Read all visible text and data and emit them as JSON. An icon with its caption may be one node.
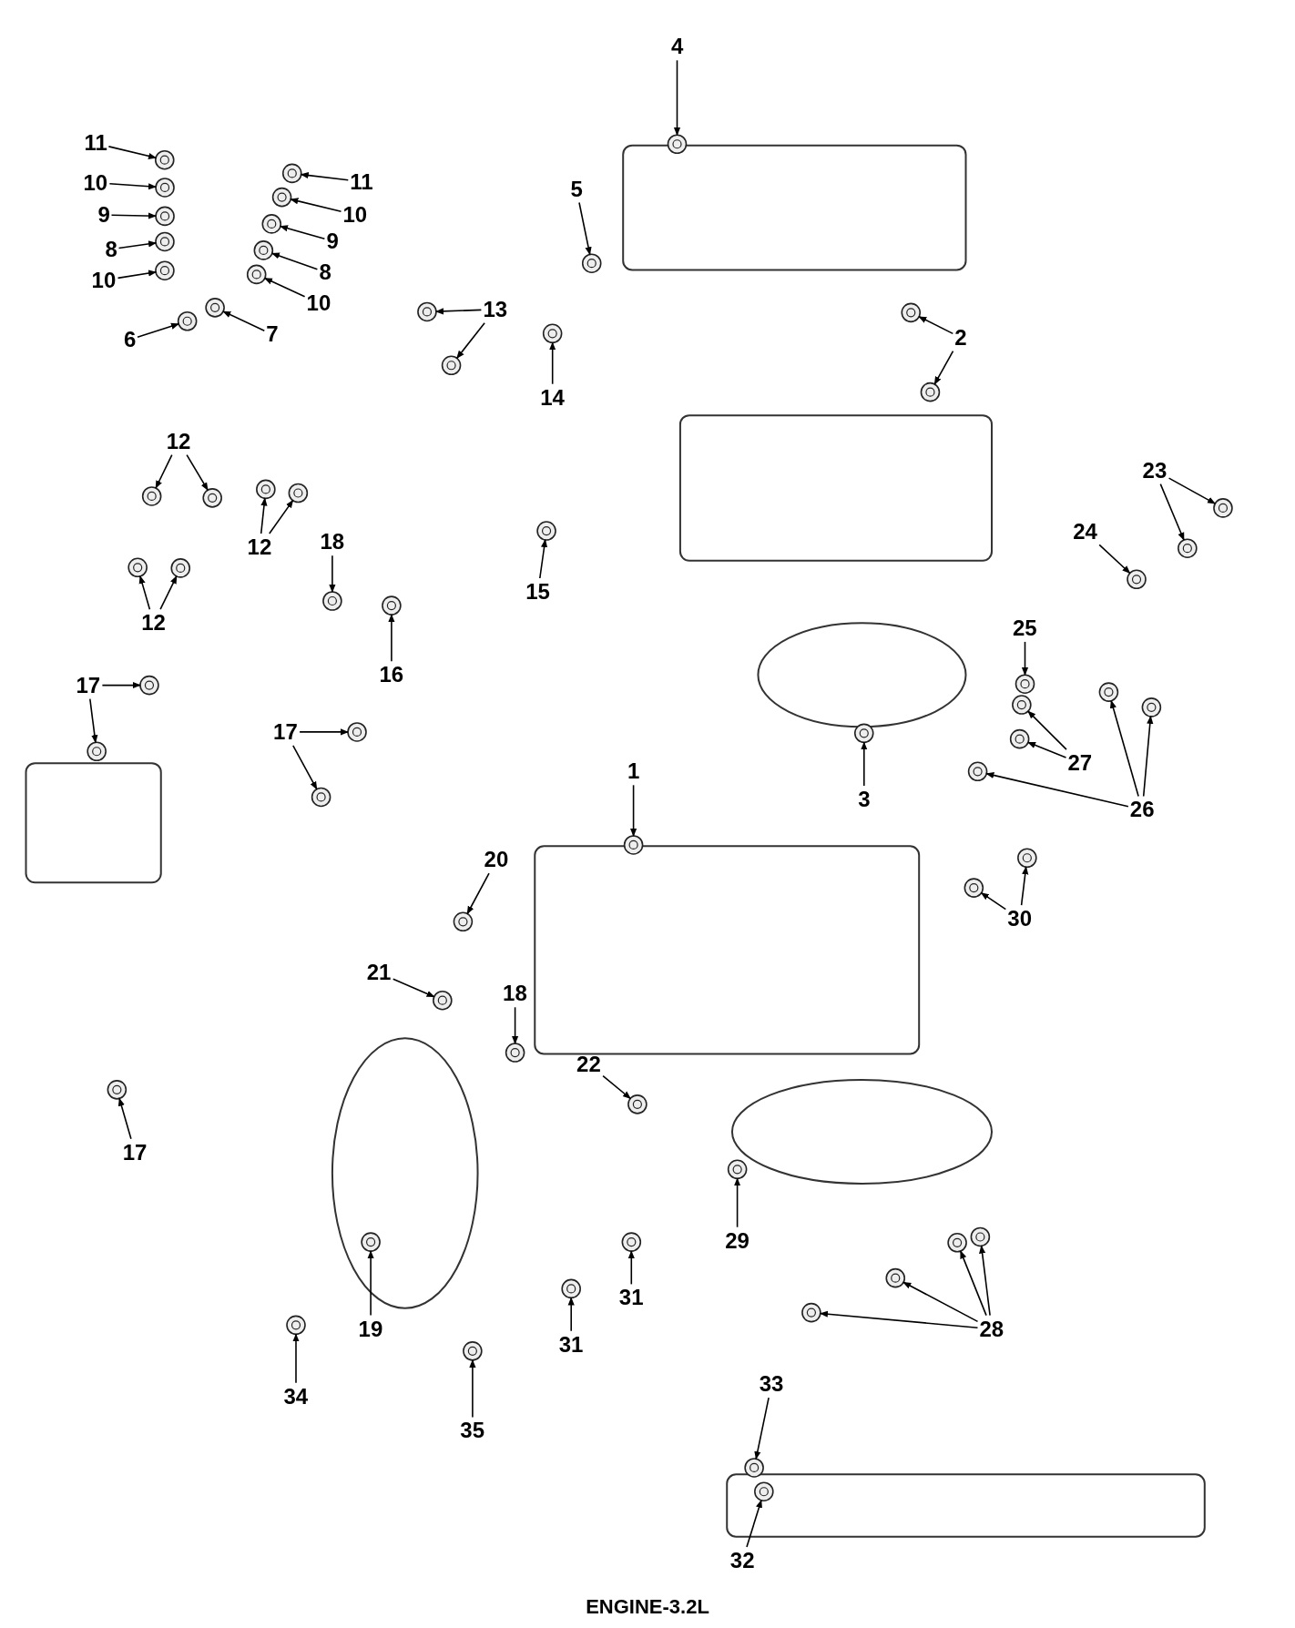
{
  "diagram": {
    "caption": "ENGINE-3.2L",
    "nodes": [
      {
        "text": [
          "4"
        ]
      },
      {
        "text": [
          "11"
        ]
      },
      {
        "text": [
          "11"
        ]
      },
      {
        "text": [
          "10"
        ]
      },
      {
        "text": [
          "10"
        ]
      },
      {
        "text": [
          "9"
        ]
      },
      {
        "text": [
          "9"
        ]
      },
      {
        "text": [
          "8"
        ]
      },
      {
        "text": [
          "8"
        ]
      },
      {
        "text": [
          "10"
        ]
      },
      {
        "text": [
          "10"
        ]
      },
      {
        "text": [
          "5"
        ]
      },
      {
        "text": [
          "13"
        ]
      },
      {
        "text": [
          "6"
        ]
      },
      {
        "text": [
          "7"
        ]
      },
      {
        "text": [
          "2"
        ]
      },
      {
        "text": [
          "14"
        ]
      },
      {
        "text": [
          "12"
        ]
      },
      {
        "text": [
          "12"
        ]
      },
      {
        "text": [
          "12"
        ]
      },
      {
        "text": [
          "18"
        ]
      },
      {
        "text": [
          "15"
        ]
      },
      {
        "text": [
          "23"
        ]
      },
      {
        "text": [
          "24"
        ]
      },
      {
        "text": [
          "16"
        ]
      },
      {
        "text": [
          "25"
        ]
      },
      {
        "text": [
          "17"
        ]
      },
      {
        "text": [
          "17"
        ]
      },
      {
        "text": [
          "1"
        ]
      },
      {
        "text": [
          "3"
        ]
      },
      {
        "text": [
          "27"
        ]
      },
      {
        "text": [
          "26"
        ]
      },
      {
        "text": [
          "20"
        ]
      },
      {
        "text": [
          "30"
        ]
      },
      {
        "text": [
          "21"
        ]
      },
      {
        "text": [
          "18"
        ]
      },
      {
        "text": [
          "22"
        ]
      },
      {
        "text": [
          "17"
        ]
      },
      {
        "text": [
          "29"
        ]
      },
      {
        "text": [
          "28"
        ]
      },
      {
        "text": [
          "19"
        ]
      },
      {
        "text": [
          "31"
        ]
      },
      {
        "text": [
          "31"
        ]
      },
      {
        "text": [
          "34"
        ]
      },
      {
        "text": [
          "33"
        ]
      },
      {
        "text": [
          "35"
        ]
      },
      {
        "text": [
          "32"
        ]
      },
      {
        "text": [],
        "shape": "picture"
      },
      {
        "text": [],
        "shape": "picture"
      },
      {
        "text": [],
        "shape": "picture"
      },
      {
        "text": [],
        "shape": "picture"
      },
      {
        "text": [],
        "shape": "picture"
      },
      {
        "text": [],
        "shape": "picture"
      },
      {
        "text": [],
        "shape": "picture"
      },
      {
        "text": [],
        "shape": "picture"
      },
      {
        "text": [],
        "shape": "picture"
      },
      {
        "text": [],
        "shape": "picture"
      },
      {
        "text": [],
        "shape": "picture"
      },
      {
        "text": [],
        "shape": "picture"
      },
      {
        "text": [],
        "shape": "picture"
      },
      {
        "text": [],
        "shape": "picture"
      },
      {
        "text": [],
        "shape": "picture"
      },
      {
        "text": [],
        "shape": "picture"
      },
      {
        "text": [],
        "shape": "picture"
      },
      {
        "text": [],
        "shape": "picture"
      },
      {
        "text": [],
        "shape": "picture"
      },
      {
        "text": [],
        "shape": "picture"
      },
      {
        "text": [],
        "shape": "picture"
      },
      {
        "text": [],
        "shape": "picture"
      },
      {
        "text": [],
        "shape": "picture"
      },
      {
        "text": [],
        "shape": "picture"
      },
      {
        "text": [],
        "shape": "picture"
      },
      {
        "text": [],
        "shape": "picture"
      },
      {
        "text": [],
        "shape": "picture"
      },
      {
        "text": [],
        "shape": "picture"
      },
      {
        "text": [],
        "shape": "picture"
      },
      {
        "text": [],
        "shape": "picture"
      },
      {
        "text": [],
        "shape": "picture"
      },
      {
        "text": [],
        "shape": "picture"
      },
      {
        "text": [],
        "shape": "picture"
      },
      {
        "text": [],
        "shape": "picture"
      },
      {
        "text": [],
        "shape": "picture"
      },
      {
        "text": [],
        "shape": "picture"
      },
      {
        "text": [],
        "shape": "picture"
      },
      {
        "text": [],
        "shape": "picture"
      },
      {
        "text": [],
        "shape": "picture"
      },
      {
        "text": [],
        "shape": "picture"
      },
      {
        "text": [],
        "shape": "picture"
      },
      {
        "text": [],
        "shape": "picture"
      },
      {
        "text": [],
        "shape": "picture"
      },
      {
        "text": [],
        "shape": "picture"
      },
      {
        "text": [],
        "shape": "picture"
      },
      {
        "text": [],
        "shape": "picture"
      },
      {
        "text": [],
        "shape": "picture"
      },
      {
        "text": [],
        "shape": "picture"
      },
      {
        "text": [],
        "shape": "picture"
      },
      {
        "text": [],
        "shape": "picture"
      },
      {
        "text": [],
        "shape": "picture"
      },
      {
        "text": [],
        "shape": "picture"
      },
      {
        "text": [],
        "shape": "picture"
      },
      {
        "text": [],
        "shape": "picture"
      },
      {
        "text": [],
        "shape": "picture"
      },
      {
        "text": [],
        "shape": "picture"
      },
      {
        "text": [],
        "shape": "picture"
      },
      {
        "text": [],
        "shape": "picture"
      },
      {
        "text": [],
        "shape": "picture"
      },
      {
        "text": [],
        "shape": "picture"
      },
      {
        "text": [],
        "shape": "picture"
      },
      {
        "text": [],
        "shape": "picture"
      }
    ],
    "edges": [
      {
        "from": 0,
        "to": 47,
        "arrow": "to"
      },
      {
        "from": 1,
        "to": 48,
        "arrow": "to"
      },
      {
        "from": 2,
        "to": 49,
        "arrow": "to"
      },
      {
        "from": 3,
        "to": 50,
        "arrow": "to"
      },
      {
        "from": 4,
        "to": 51,
        "arrow": "to"
      },
      {
        "from": 5,
        "to": 52,
        "arrow": "to"
      },
      {
        "from": 6,
        "to": 53,
        "arrow": "to"
      },
      {
        "from": 7,
        "to": 54,
        "arrow": "to"
      },
      {
        "from": 8,
        "to": 55,
        "arrow": "to"
      },
      {
        "from": 9,
        "to": 56,
        "arrow": "to"
      },
      {
        "from": 10,
        "to": 57,
        "arrow": "to"
      },
      {
        "from": 11,
        "to": 58,
        "arrow": "to"
      },
      {
        "from": 12,
        "to": 59,
        "arrow": "to"
      },
      {
        "from": 12,
        "to": 60,
        "arrow": "to"
      },
      {
        "from": 13,
        "to": 61,
        "arrow": "to"
      },
      {
        "from": 14,
        "to": 62,
        "arrow": "to"
      },
      {
        "from": 15,
        "to": 63,
        "arrow": "to"
      },
      {
        "from": 15,
        "to": 64,
        "arrow": "to"
      },
      {
        "from": 16,
        "to": 65,
        "arrow": "to"
      },
      {
        "from": 17,
        "to": 66,
        "arrow": "to"
      },
      {
        "from": 17,
        "to": 67,
        "arrow": "to"
      },
      {
        "from": 18,
        "to": 68,
        "arrow": "to"
      },
      {
        "from": 18,
        "to": 69,
        "arrow": "to"
      },
      {
        "from": 19,
        "to": 70,
        "arrow": "to"
      },
      {
        "from": 19,
        "to": 71,
        "arrow": "to"
      },
      {
        "from": 20,
        "to": 72,
        "arrow": "to"
      },
      {
        "from": 21,
        "to": 73,
        "arrow": "to"
      },
      {
        "from": 22,
        "to": 74,
        "arrow": "to"
      },
      {
        "from": 22,
        "to": 75,
        "arrow": "to"
      },
      {
        "from": 23,
        "to": 76,
        "arrow": "to"
      },
      {
        "from": 24,
        "to": 77,
        "arrow": "to"
      },
      {
        "from": 25,
        "to": 78,
        "arrow": "to"
      },
      {
        "from": 26,
        "to": 79,
        "arrow": "to"
      },
      {
        "from": 26,
        "to": 80,
        "arrow": "to"
      },
      {
        "from": 27,
        "to": 81,
        "arrow": "to"
      },
      {
        "from": 27,
        "to": 82,
        "arrow": "to"
      },
      {
        "from": 28,
        "to": 83,
        "arrow": "to"
      },
      {
        "from": 29,
        "to": 84,
        "arrow": "to"
      },
      {
        "from": 30,
        "to": 85,
        "arrow": "to"
      },
      {
        "from": 30,
        "to": 86,
        "arrow": "to"
      },
      {
        "from": 31,
        "to": 87,
        "arrow": "to"
      },
      {
        "from": 31,
        "to": 88,
        "arrow": "to"
      },
      {
        "from": 31,
        "to": 89,
        "arrow": "to"
      },
      {
        "from": 32,
        "to": 90,
        "arrow": "to"
      },
      {
        "from": 33,
        "to": 91,
        "arrow": "to"
      },
      {
        "from": 33,
        "to": 92,
        "arrow": "to"
      },
      {
        "from": 34,
        "to": 93,
        "arrow": "to"
      },
      {
        "from": 35,
        "to": 94,
        "arrow": "to"
      },
      {
        "from": 36,
        "to": 95,
        "arrow": "to"
      },
      {
        "from": 37,
        "to": 96,
        "arrow": "to"
      },
      {
        "from": 38,
        "to": 97,
        "arrow": "to"
      },
      {
        "from": 39,
        "to": 98,
        "arrow": "to"
      },
      {
        "from": 39,
        "to": 99,
        "arrow": "to"
      },
      {
        "from": 39,
        "to": 100,
        "arrow": "to"
      },
      {
        "from": 39,
        "to": 101,
        "arrow": "to"
      },
      {
        "from": 40,
        "to": 102,
        "arrow": "to"
      },
      {
        "from": 41,
        "to": 103,
        "arrow": "to"
      },
      {
        "from": 42,
        "to": 104,
        "arrow": "to"
      },
      {
        "from": 43,
        "to": 105,
        "arrow": "to"
      },
      {
        "from": 44,
        "to": 106,
        "arrow": "to"
      },
      {
        "from": 45,
        "to": 107,
        "arrow": "to"
      },
      {
        "from": 46,
        "to": 108,
        "arrow": "to"
      }
    ]
  }
}
